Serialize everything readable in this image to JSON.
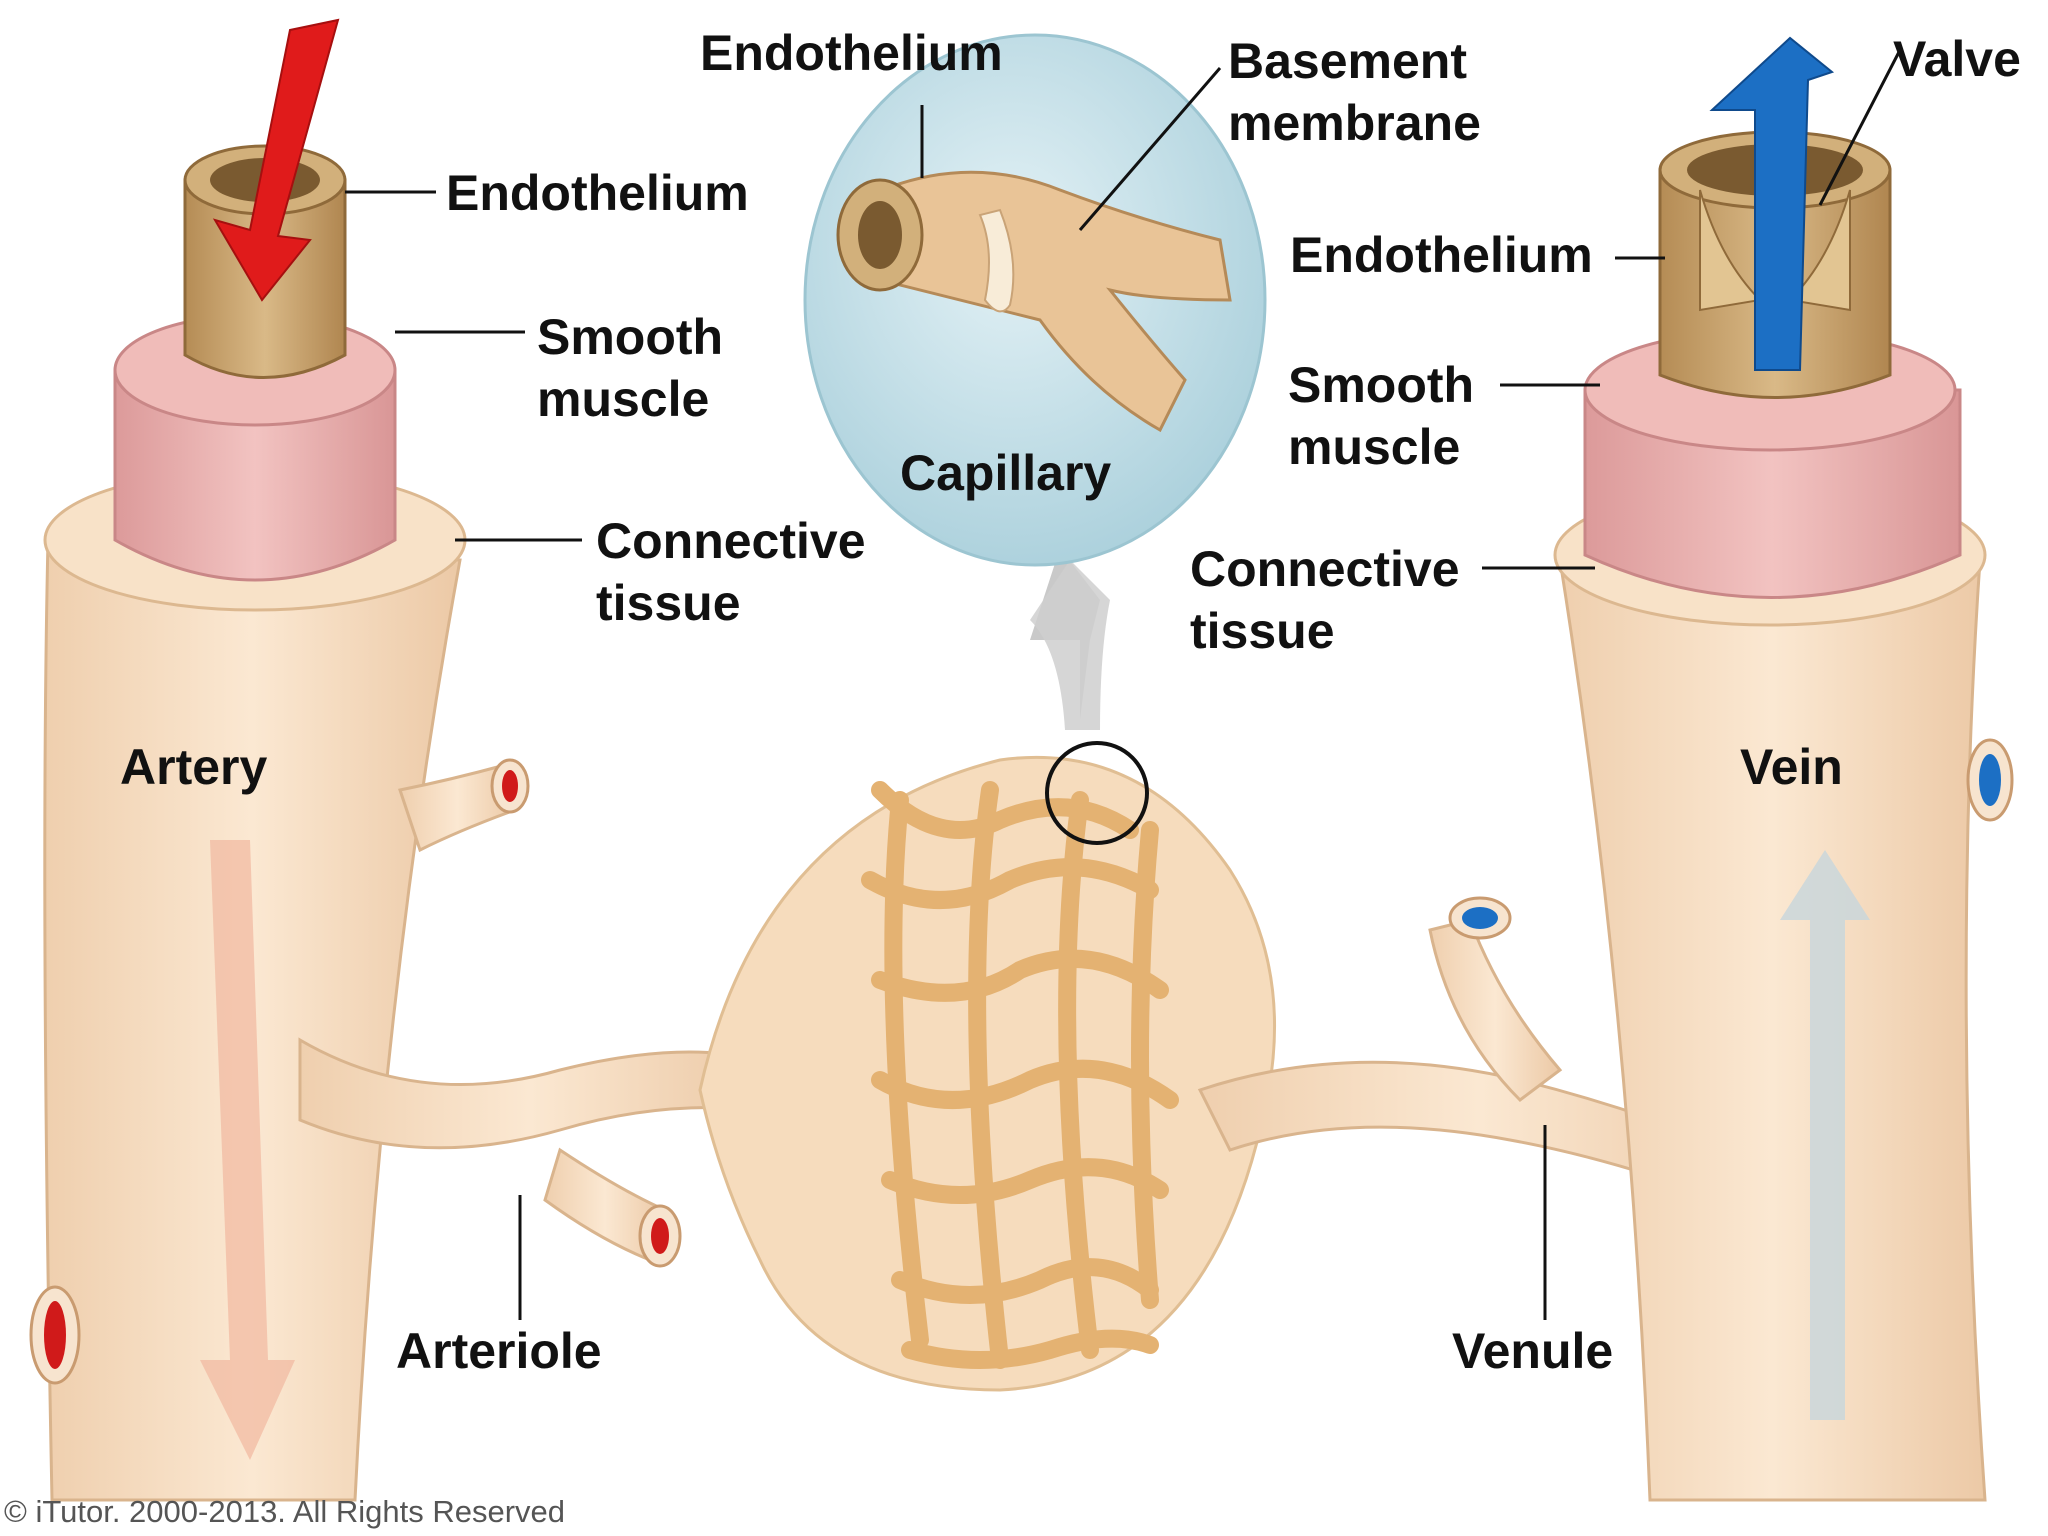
{
  "diagram": {
    "artery": {
      "title": "Artery",
      "endothelium": "Endothelium",
      "smooth_muscle": "Smooth\nmuscle",
      "connective_tissue": "Connective\ntissue"
    },
    "capillary": {
      "title": "Capillary",
      "endothelium": "Endothelium",
      "basement_membrane": "Basement\nmembrane"
    },
    "vein": {
      "title": "Vein",
      "valve": "Valve",
      "endothelium": "Endothelium",
      "smooth_muscle": "Smooth\nmuscle",
      "connective_tissue": "Connective\ntissue"
    },
    "arteriole": "Arteriole",
    "venule": "Venule"
  },
  "footer": {
    "copyright": "© iTutor. 2000-2013. All Rights Reserved"
  },
  "colors": {
    "vessel": "#f6dcc0",
    "muscle": "#eab1b0",
    "endothelium": "#c9a36b",
    "capillary_mesh": "#e8bb7e",
    "bubble": "#bfdde6",
    "arterial_flow": "#e01b1b",
    "venous_flow": "#1c6fc4"
  }
}
